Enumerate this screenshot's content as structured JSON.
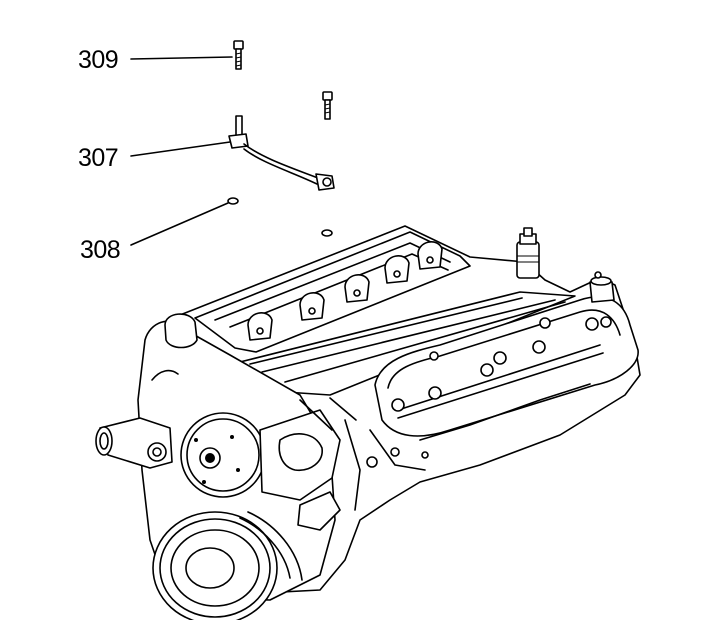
{
  "callouts": [
    {
      "id": "309",
      "label": "309"
    },
    {
      "id": "307",
      "label": "307"
    },
    {
      "id": "308",
      "label": "308"
    }
  ]
}
